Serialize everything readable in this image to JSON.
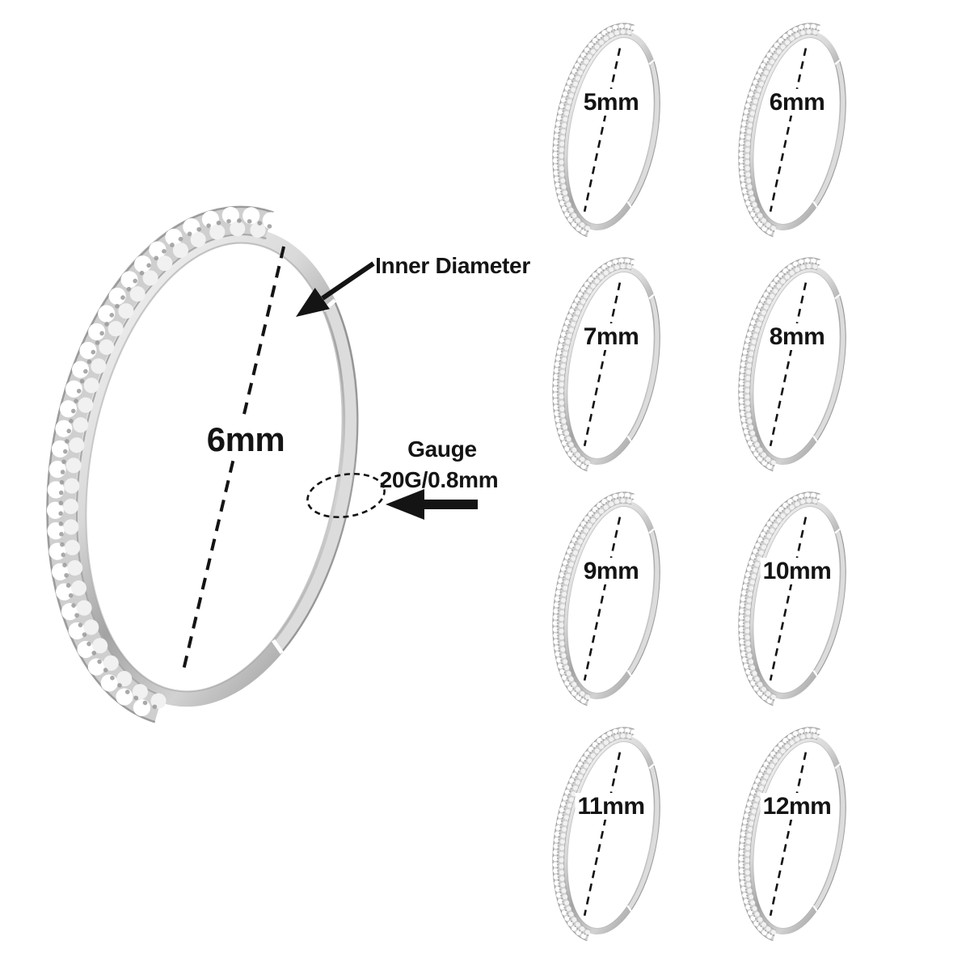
{
  "main_figure": {
    "size_label": "6mm",
    "annotations": {
      "inner_diameter": "Inner Diameter",
      "gauge_title": "Gauge",
      "gauge_value": "20G/0.8mm"
    }
  },
  "size_variants": {
    "items": [
      {
        "label": "5mm"
      },
      {
        "label": "6mm"
      },
      {
        "label": "7mm"
      },
      {
        "label": "8mm"
      },
      {
        "label": "9mm"
      },
      {
        "label": "10mm"
      },
      {
        "label": "11mm"
      },
      {
        "label": "12mm"
      }
    ]
  },
  "colors": {
    "background": "#ffffff",
    "text": "#141414",
    "metal_light": "#f7f7f7",
    "metal_mid": "#c9c9c9",
    "metal_dark": "#8e8e8e",
    "stone_base": "#cfcfcf",
    "stone_highlight": "#ffffff"
  }
}
